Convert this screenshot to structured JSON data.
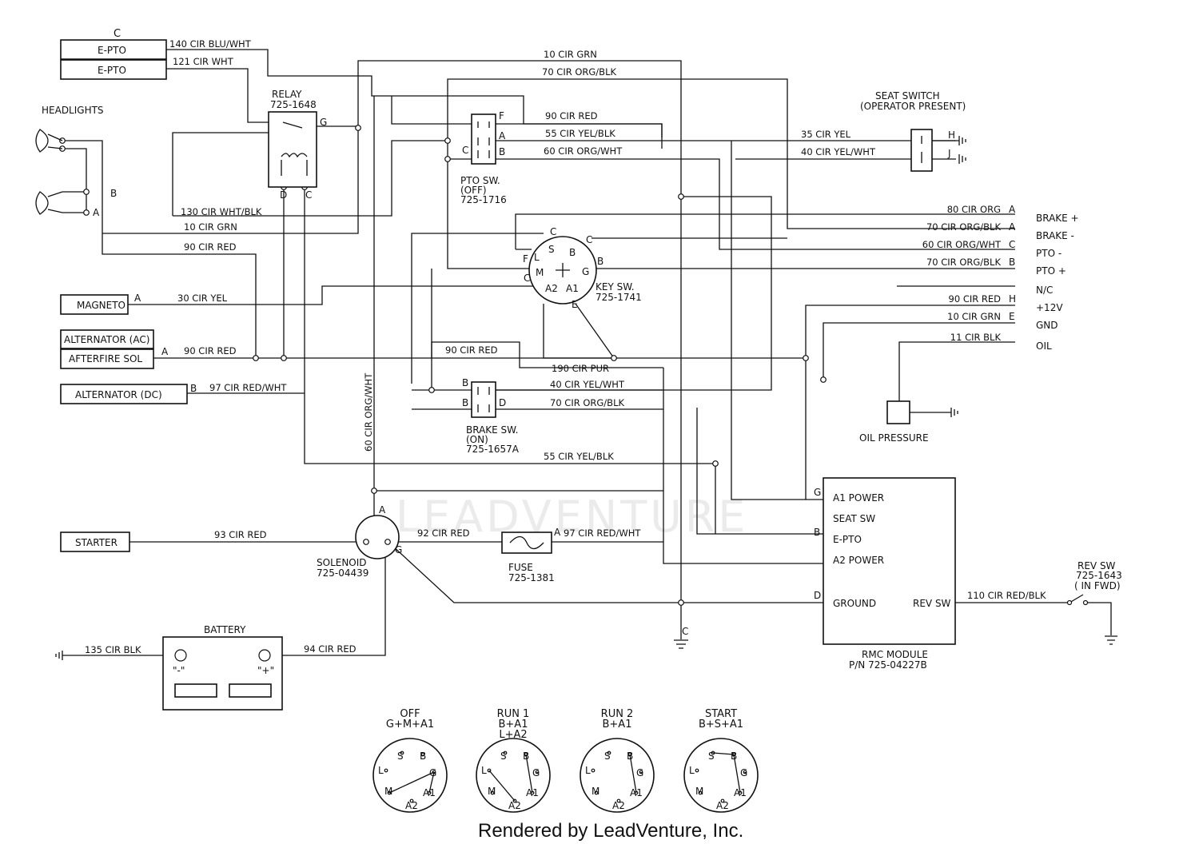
{
  "labels": {
    "c_top": "C",
    "epto1": "E-PTO",
    "epto2": "E-PTO",
    "headlights": "HEADLIGHTS",
    "hl_b": "B",
    "hl_a": "A",
    "relay": "RELAY",
    "relay_pn": "725-1648",
    "relay_g": "G",
    "relay_d": "D",
    "relay_c": "C",
    "magneto": "MAGNETO",
    "magneto_pin": "A",
    "alt_ac": "ALTERNATOR (AC)",
    "afterfire": "AFTERFIRE SOL",
    "afterfire_pin": "A",
    "alt_dc": "ALTERNATOR (DC)",
    "alt_dc_pin": "B",
    "starter": "STARTER",
    "solenoid": "SOLENOID",
    "solenoid_pn": "725-04439",
    "sol_a": "A",
    "sol_g": "G",
    "battery": "BATTERY",
    "bat_neg": "\"-\"",
    "bat_pos": "\"+\"",
    "fuse": "FUSE",
    "fuse_pn": "725-1381",
    "fuse_a": "A",
    "pto_sw": "PTO SW.",
    "pto_sw_state": "(OFF)",
    "pto_sw_pn": "725-1716",
    "pto_f": "F",
    "pto_a": "A",
    "pto_b": "B",
    "pto_c": "C",
    "brake_sw": "BRAKE SW.",
    "brake_sw_state": "(ON)",
    "brake_sw_pn": "725-1657A",
    "brk_b1": "B",
    "brk_b2": "B",
    "brk_d": "D",
    "key_sw": "KEY SW.",
    "key_sw_pn": "725-1741",
    "key_c1": "C",
    "key_c2": "C",
    "key_f": "F",
    "key_c3": "C",
    "key_b": "B",
    "key_e": "E",
    "key_s": "S",
    "key_l": "L",
    "key_m": "M",
    "key_a2": "A2",
    "key_a1": "A1",
    "key_g": "G",
    "key_bb": "B",
    "seat_sw": "SEAT SWITCH",
    "seat_sw_sub": "(OPERATOR PRESENT)",
    "seat_h": "H",
    "seat_j": "J",
    "oil_pressure": "OIL PRESSURE",
    "rmc_module": "RMC MODULE",
    "rmc_pn": "P/N 725-04227B",
    "rmc_a1": "A1 POWER",
    "rmc_seat": "SEAT SW",
    "rmc_epto": "E-PTO",
    "rmc_a2": "A2 POWER",
    "rmc_ground": "GROUND",
    "rmc_rev": "REV SW",
    "rmc_g": "G",
    "rmc_b": "B",
    "rmc_d": "D",
    "rev_sw": "REV SW",
    "rev_sw_pn": "725-1643",
    "rev_sw_state": "( IN FWD)",
    "ground_c": "C",
    "credit": "Rendered by LeadVenture, Inc.",
    "watermark": "LEADVENTURE"
  },
  "wires": {
    "w140": "140 CIR BLU/WHT",
    "w121": "121 CIR WHT",
    "w10grn_top": "10 CIR GRN",
    "w70ob_top": "70 CIR ORG/BLK",
    "w90red_pto": "90 CIR RED",
    "w55yb_pto": "55 CIR YEL/BLK",
    "w60ow_pto": "60 CIR ORG/WHT",
    "w35yel": "35 CIR YEL",
    "w40yw_seat": "40 CIR YEL/WHT",
    "w130": "130 CIR WHT/BLK",
    "w10grn_hl": "10 CIR GRN",
    "w90red_hl": "90 CIR RED",
    "w30yel": "30 CIR YEL",
    "w90red_alt": "90 CIR RED",
    "w90red_mid": "90 CIR RED",
    "w190pur": "190 CIR PUR",
    "w97rw_alt": "97 CIR RED/WHT",
    "w40yw_brk": "40 CIR YEL/WHT",
    "w70ob_brk": "70 CIR ORG/BLK",
    "w60ow_vert": "60 CIR ORG/WHT",
    "w55yb_low": "55 CIR YEL/BLK",
    "w93red": "93 CIR RED",
    "w92red": "92 CIR RED",
    "w97rw_fuse": "97 CIR RED/WHT",
    "w135blk": "135 CIR BLK",
    "w94red": "94 CIR RED",
    "w110rb": "110 CIR RED/BLK"
  },
  "connector": {
    "rows": [
      {
        "wire": "80 CIR ORG",
        "pin": "A",
        "func": "BRAKE +"
      },
      {
        "wire": "70 CIR ORG/BLK",
        "pin": "A",
        "func": "BRAKE -"
      },
      {
        "wire": "60 CIR ORG/WHT",
        "pin": "C",
        "func": "PTO -"
      },
      {
        "wire": "70 CIR ORG/BLK",
        "pin": "B",
        "func": "PTO +"
      },
      {
        "wire": "",
        "pin": "",
        "func": "N/C"
      },
      {
        "wire": "90 CIR RED",
        "pin": "H",
        "func": "+12V"
      },
      {
        "wire": "10 CIR GRN",
        "pin": "E",
        "func": "GND"
      },
      {
        "wire": "11 CIR BLK",
        "pin": "",
        "func": "OIL"
      }
    ]
  },
  "positions": [
    {
      "title": "OFF",
      "combo": "G+M+A1",
      "combo2": "",
      "s": "S",
      "b": "B",
      "l": "L",
      "g": "G",
      "m": "M",
      "a2": "A2",
      "a1": "A1"
    },
    {
      "title": "RUN 1",
      "combo": "B+A1",
      "combo2": "L+A2",
      "s": "S",
      "b": "B",
      "l": "L",
      "g": "G",
      "m": "M",
      "a2": "A2",
      "a1": "A1"
    },
    {
      "title": "RUN 2",
      "combo": "B+A1",
      "combo2": "",
      "s": "S",
      "b": "B",
      "l": "L",
      "g": "G",
      "m": "M",
      "a2": "A2",
      "a1": "A1"
    },
    {
      "title": "START",
      "combo": "B+S+A1",
      "combo2": "",
      "s": "S",
      "b": "B",
      "l": "L",
      "g": "G",
      "m": "M",
      "a2": "A2",
      "a1": "A1"
    }
  ]
}
